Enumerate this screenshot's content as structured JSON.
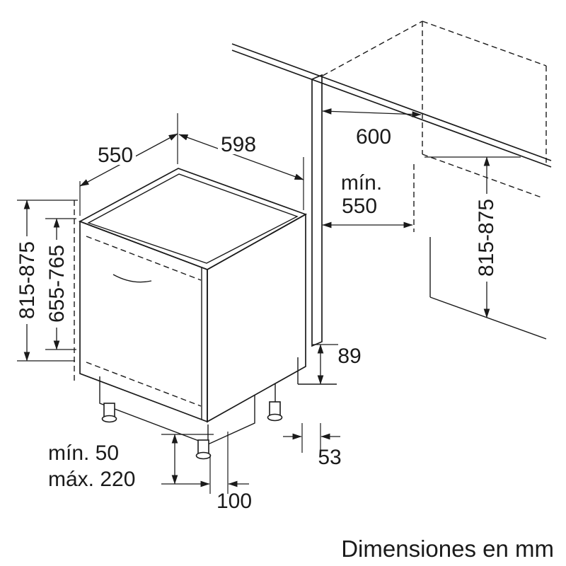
{
  "page": {
    "units_note": "Dimensiones en mm",
    "colors": {
      "ink": "#1a1a1a",
      "background": "#ffffff"
    }
  },
  "dimensions": {
    "appliance_depth": "550",
    "appliance_width": "598",
    "niche_width": "600",
    "niche_min_line1": "mín.",
    "niche_min_line2": "550",
    "total_height_left": "815-875",
    "door_panel_height": "655-765",
    "niche_height_right": "815-875",
    "base_rear_gap": "89",
    "rear_bottom_clearance": "53",
    "plinth_recess": "100",
    "plinth_min": "mín. 50",
    "plinth_max": "máx. 220"
  }
}
